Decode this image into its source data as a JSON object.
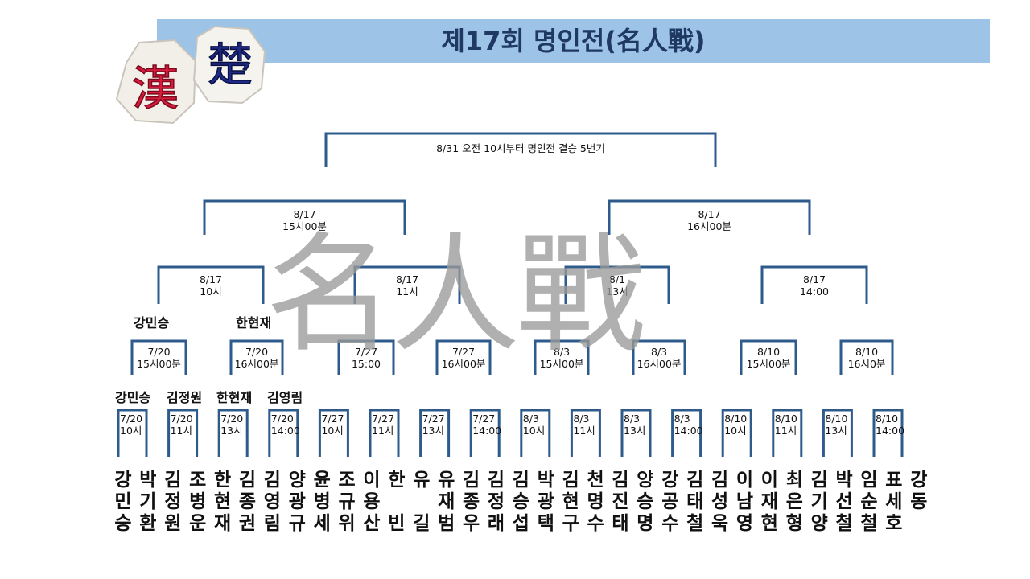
{
  "title": "제17회 명인전(名人戰)",
  "logo": {
    "red_char": "漢",
    "blue_char": "楚"
  },
  "watermark": "名人戰",
  "final_label": "8/31 오전 10시부터 명인전 결승 5번기",
  "semifinals": [
    {
      "date": "8/17",
      "time": "15시00분"
    },
    {
      "date": "8/17",
      "time": "16시00분"
    }
  ],
  "quarterfinals": [
    {
      "date": "8/17",
      "time": "10시"
    },
    {
      "date": "8/17",
      "time": "11시"
    },
    {
      "date": "8/1",
      "time": "13시"
    },
    {
      "date": "8/17",
      "time": "14:00"
    }
  ],
  "round16": [
    {
      "date": "7/20",
      "time": "15시00분"
    },
    {
      "date": "7/20",
      "time": "16시00분"
    },
    {
      "date": "7/27",
      "time": "15:00"
    },
    {
      "date": "7/27",
      "time": "16시00분"
    },
    {
      "date": "8/3",
      "time": "15시00분"
    },
    {
      "date": "8/3",
      "time": "16시00분"
    },
    {
      "date": "8/10",
      "time": "15시00분"
    },
    {
      "date": "8/10",
      "time": "16시0분"
    }
  ],
  "round32": [
    {
      "date": "7/20",
      "time": "10시"
    },
    {
      "date": "7/20",
      "time": "11시"
    },
    {
      "date": "7/20",
      "time": "13시"
    },
    {
      "date": "7/20",
      "time": "14:00"
    },
    {
      "date": "7/27",
      "time": "10시"
    },
    {
      "date": "7/27",
      "time": "11시"
    },
    {
      "date": "7/27",
      "time": "13시"
    },
    {
      "date": "7/27",
      "time": "14:00"
    },
    {
      "date": "8/3",
      "time": "10시"
    },
    {
      "date": "8/3",
      "time": "11시"
    },
    {
      "date": "8/3",
      "time": "13시"
    },
    {
      "date": "8/3",
      "time": "14:00"
    },
    {
      "date": "8/10",
      "time": "10시"
    },
    {
      "date": "8/10",
      "time": "11시"
    },
    {
      "date": "8/10",
      "time": "13시"
    },
    {
      "date": "8/10",
      "time": "14:00"
    }
  ],
  "round32_winners": [
    "강민승",
    "김정원",
    "한현재",
    "김영림"
  ],
  "round16_winners": [
    "강민승",
    "한현재"
  ],
  "players": [
    "강민승",
    "박기환",
    "김정원",
    "조병운",
    "한현재",
    "김종권",
    "김영림",
    "양광규",
    "윤병세",
    "조규위",
    "이용산",
    "한 빈",
    "유 길",
    "유재범",
    "김종우",
    "김정래",
    "김승섭",
    "박광택",
    "김현구",
    "천명수",
    "김진태",
    "양승명",
    "강공수",
    "김태철",
    "김성욱",
    "이남영",
    "이재현",
    "최은형",
    "김기양",
    "박선철",
    "임순철",
    "표세호",
    "강동"
  ]
}
